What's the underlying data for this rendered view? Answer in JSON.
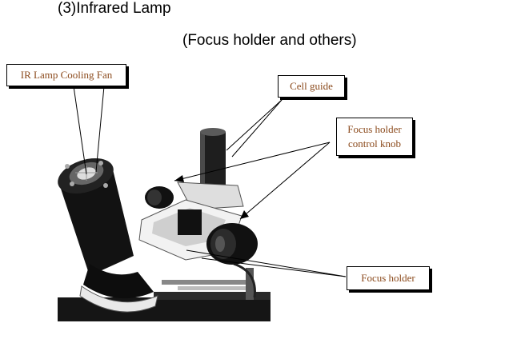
{
  "page": {
    "section_heading": "(3)Infrared Lamp",
    "subheading": "(Focus holder and others)"
  },
  "callouts": {
    "ir_lamp_cooling_fan": "IR Lamp Cooling Fan",
    "cell_guide": "Cell guide",
    "focus_holder_control_knob_line1": "Focus holder",
    "focus_holder_control_knob_line2": "control knob",
    "focus_holder": "Focus holder"
  },
  "colors": {
    "callout_text": "#8b4a1c",
    "photo_black": "#111111"
  }
}
